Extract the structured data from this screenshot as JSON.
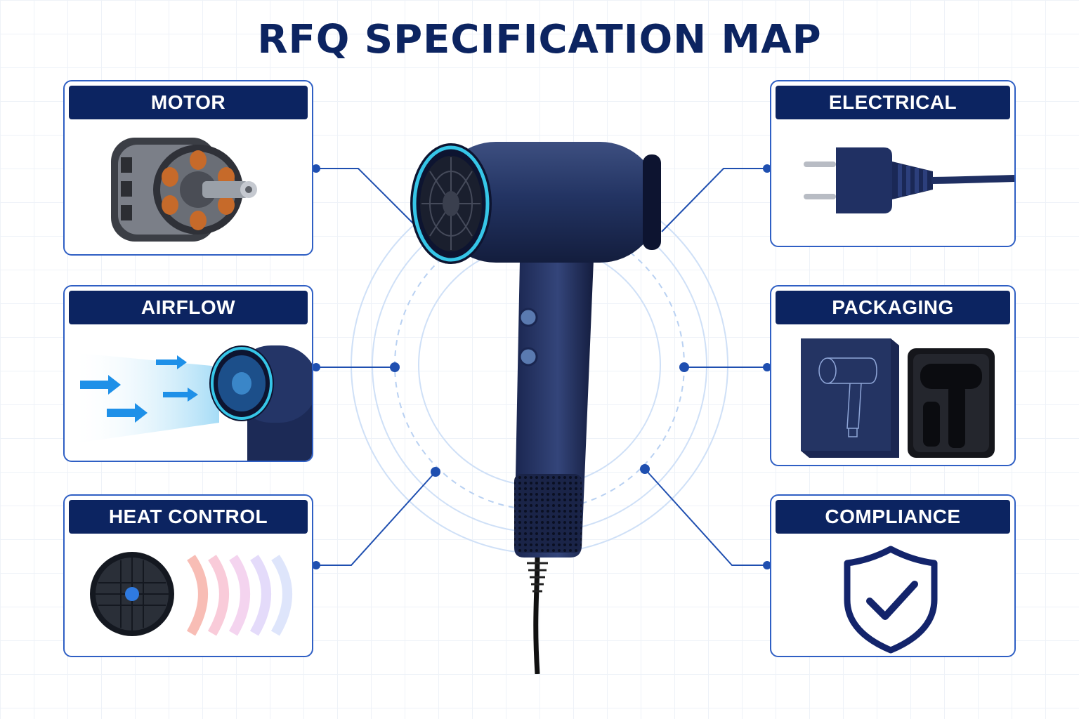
{
  "title": "RFQ SPECIFICATION MAP",
  "colors": {
    "navy": "#0c2461",
    "accent_blue": "#2f5fc4",
    "cyan_ring": "#36c6e8",
    "background_grid": "#eef2f8"
  },
  "categories": [
    {
      "id": "motor",
      "label": "MOTOR",
      "icon": "motor-icon"
    },
    {
      "id": "airflow",
      "label": "AIRFLOW",
      "icon": "airflow-icon"
    },
    {
      "id": "heat_control",
      "label": "HEAT CONTROL",
      "icon": "heat-control-icon"
    },
    {
      "id": "electrical",
      "label": "ELECTRICAL",
      "icon": "plug-icon"
    },
    {
      "id": "packaging",
      "label": "PACKAGING",
      "icon": "packaging-box-icon"
    },
    {
      "id": "compliance",
      "label": "COMPLIANCE",
      "icon": "shield-check-icon"
    }
  ],
  "center_image": "hair-dryer-icon"
}
